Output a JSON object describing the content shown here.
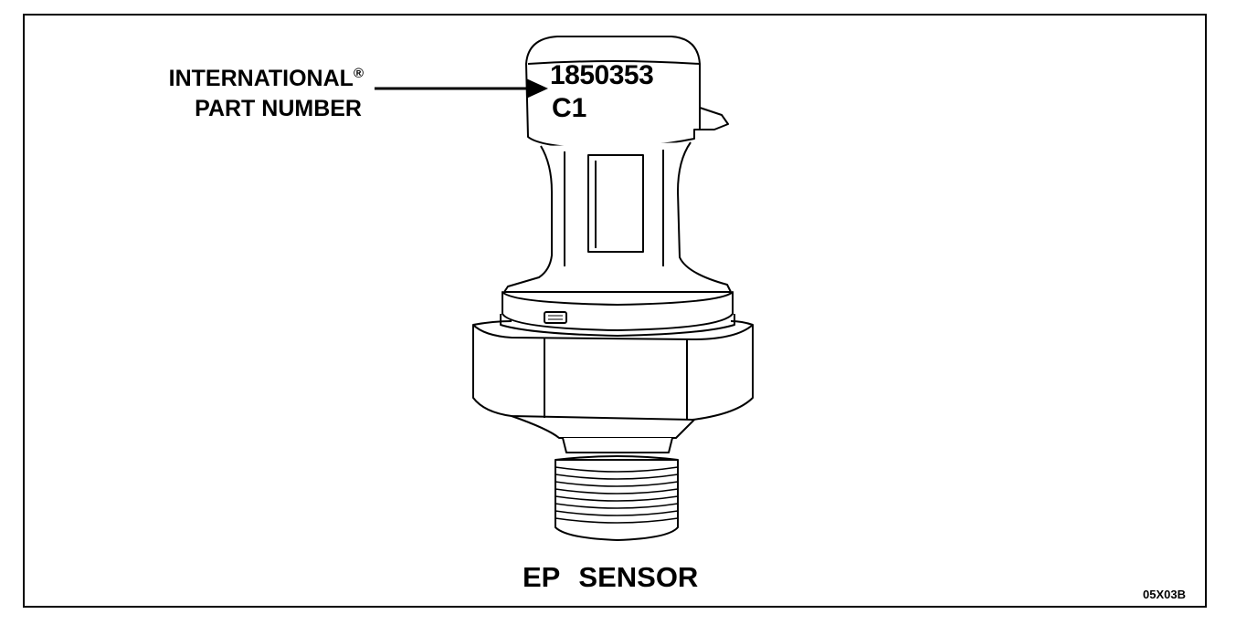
{
  "callout": {
    "brand": "INTERNATIONAL",
    "registered_mark": "®",
    "line2": "PART NUMBER"
  },
  "part_number": {
    "line1": "1850353",
    "line2": "C1"
  },
  "caption": "EP  SENSOR",
  "figure_ref": "05X03B"
}
